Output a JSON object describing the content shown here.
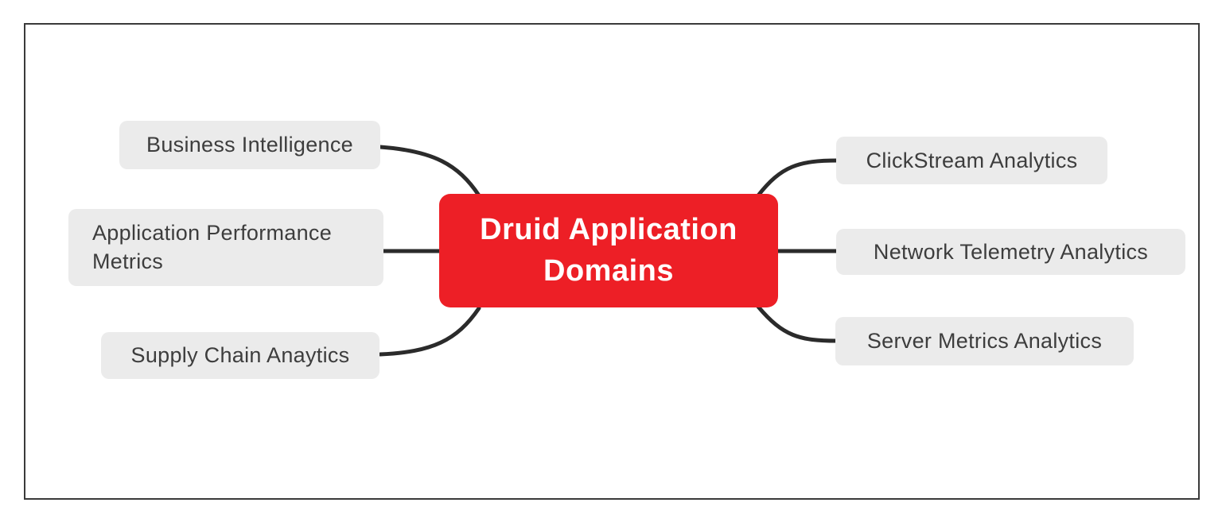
{
  "diagram": {
    "type": "mindmap",
    "root": {
      "label": "Druid Application Domains"
    },
    "left_nodes": [
      {
        "label": "Business Intelligence"
      },
      {
        "label": "Application Performance Metrics"
      },
      {
        "label": "Supply Chain Anaytics"
      }
    ],
    "right_nodes": [
      {
        "label": "ClickStream Analytics"
      },
      {
        "label": "Network Telemetry Analytics"
      },
      {
        "label": "Server Metrics Analytics"
      }
    ],
    "colors": {
      "root_bg": "#ED1F26",
      "root_text": "#FFFFFF",
      "branch_bg": "#EBEBEB",
      "branch_text": "#3D3D3D",
      "connector": "#2B2B2B",
      "frame_border": "#3A3A3A",
      "background": "#FFFFFF"
    }
  }
}
